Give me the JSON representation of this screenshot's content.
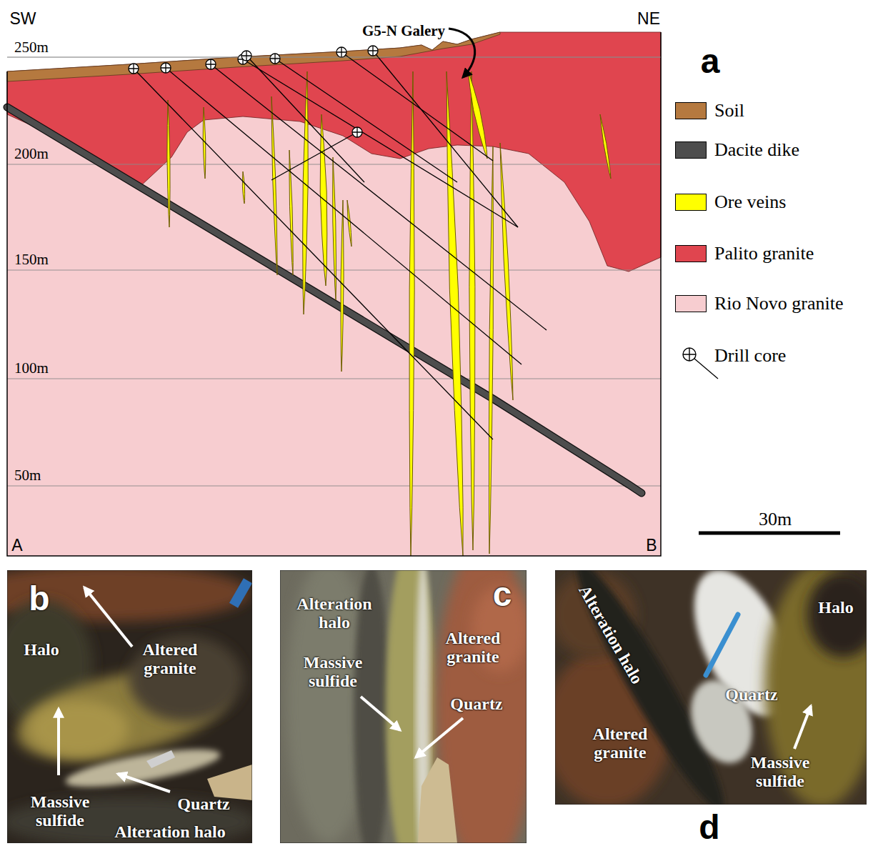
{
  "diagram": {
    "labels": [
      "SW",
      "NE",
      "250m",
      "200m",
      "150m",
      "100m",
      "50m",
      "G5-N Galery",
      "a",
      "A",
      "B",
      "30m",
      "b",
      "Altered granite",
      "Halo",
      "Massive sulfide",
      "Quartz",
      "Alteration halo",
      "Alteration halo",
      "c",
      "Altered granite",
      "Massive sulfide",
      "Quartz",
      "Alteration halo",
      "Halo",
      "Quartz",
      "Altered granite",
      "Massive sulfide",
      "d"
    ],
    "legend": [
      {
        "text": "Soil",
        "color": "#b5793f"
      },
      {
        "text": "Dacite dike",
        "color": "#4d4d4d"
      },
      {
        "text": "Ore veins",
        "color": "#ffff00"
      },
      {
        "text": "Palito granite",
        "color": "#e0454f"
      },
      {
        "text": "Rio Novo granite",
        "color": "#f7cdd0"
      },
      {
        "text": "Drill core"
      }
    ]
  }
}
